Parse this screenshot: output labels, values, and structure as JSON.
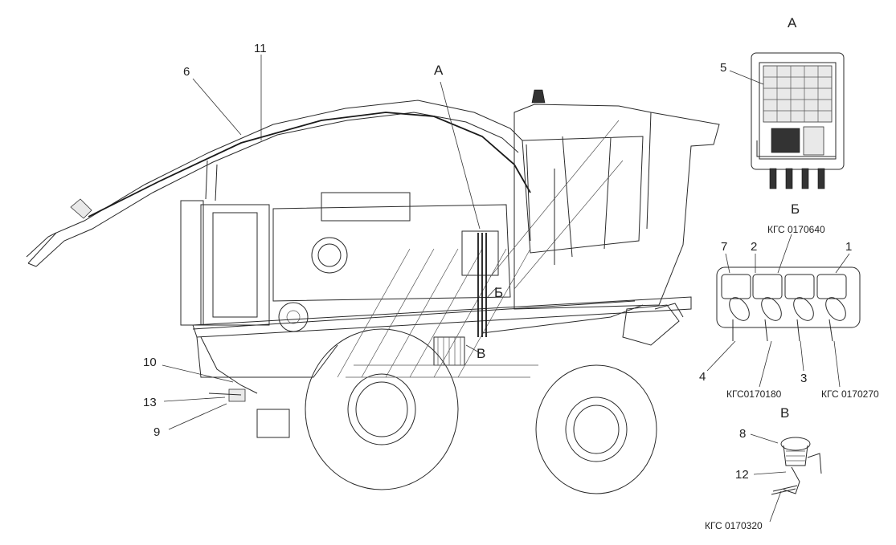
{
  "main_view": {
    "callouts": [
      "11",
      "6",
      "10",
      "13",
      "9"
    ],
    "view_markers": [
      "А",
      "Б",
      "В"
    ]
  },
  "view_a": {
    "title": "А",
    "callouts": [
      "5"
    ]
  },
  "view_b": {
    "title": "Б",
    "top_code": "КГС 0170640",
    "callouts_top": [
      "7",
      "2",
      "1"
    ],
    "callouts_bottom": [
      "4",
      "3"
    ],
    "codes_bottom": [
      "КГС0170180",
      "КГС 0170270"
    ]
  },
  "view_v": {
    "title": "В",
    "callouts": [
      "8",
      "12"
    ],
    "code": "КГС 0170320"
  }
}
